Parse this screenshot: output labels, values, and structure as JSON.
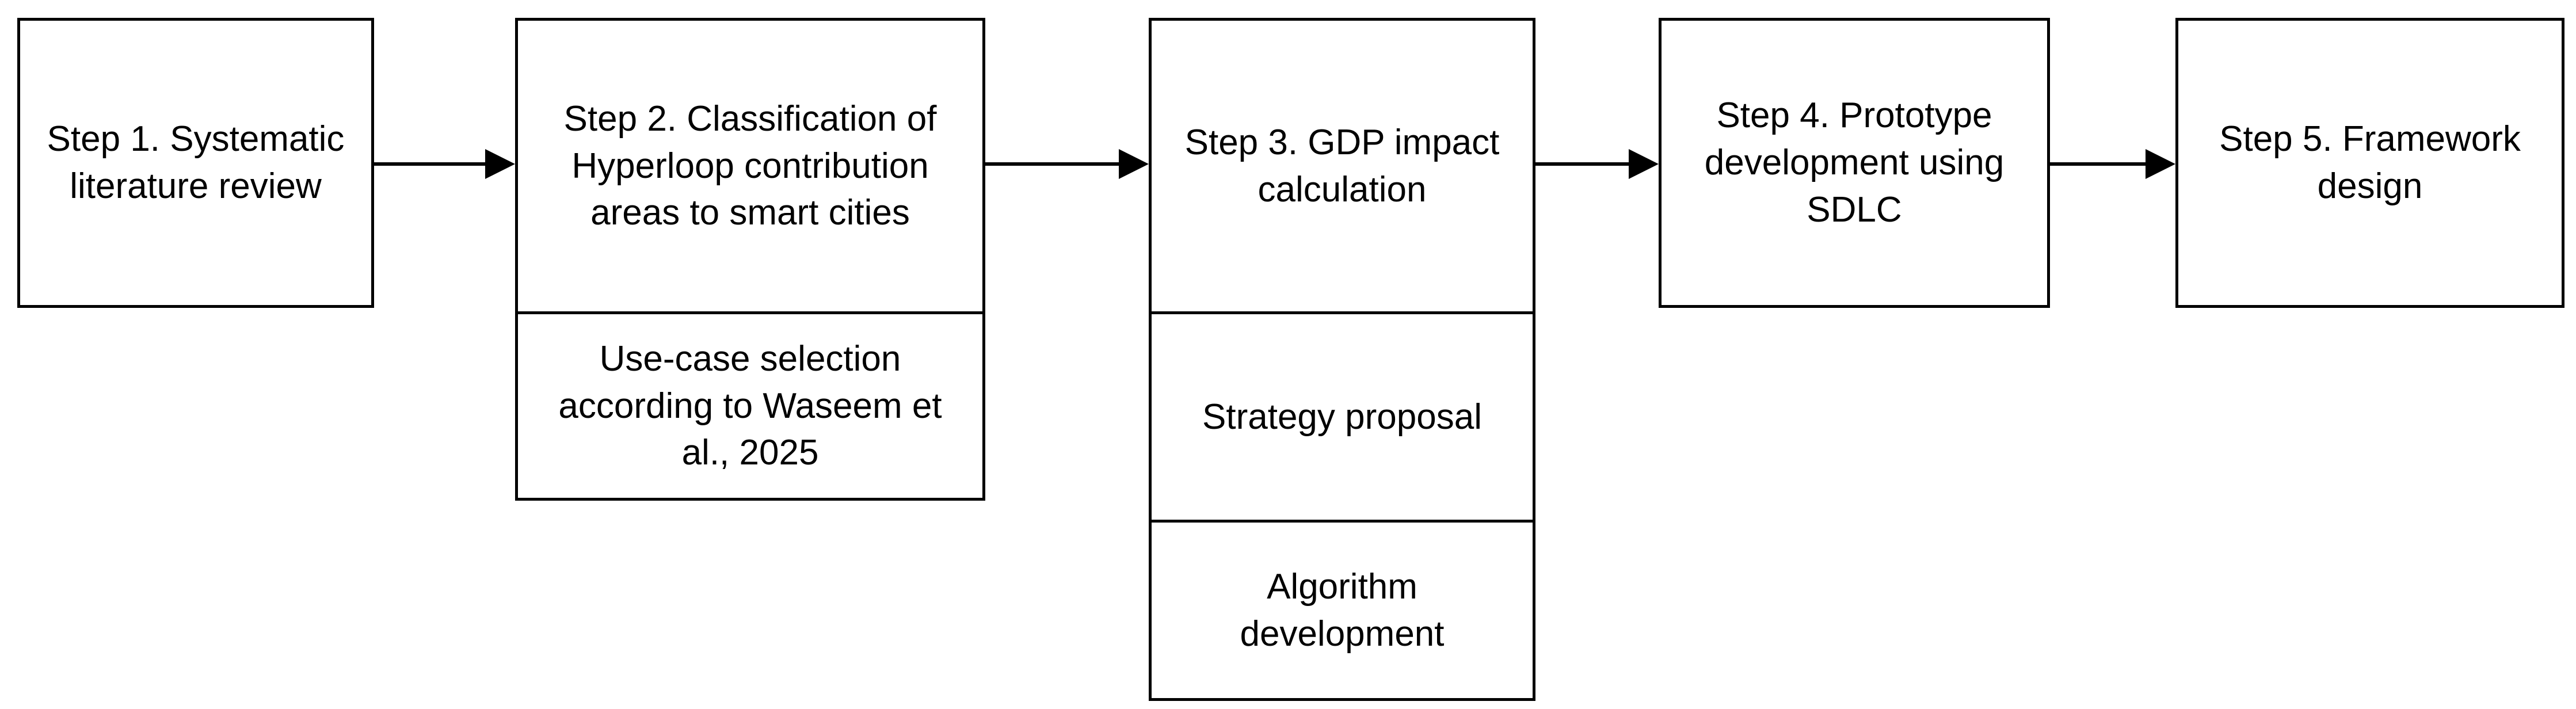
{
  "diagram": {
    "title": "Research methodology step flowchart",
    "background_color": "#ffffff",
    "stroke_color": "#000000",
    "text_color": "#000000",
    "nodes": [
      {
        "id": "step-1",
        "cells": [
          {
            "id": "step-1-main",
            "text": "Step 1. Systematic literature review"
          }
        ]
      },
      {
        "id": "step-2",
        "cells": [
          {
            "id": "step-2-main",
            "text": "Step 2. Classification of Hyperloop contribution areas to smart cities"
          },
          {
            "id": "step-2-sub-1",
            "text": "Use-case selection according to Waseem et al., 2025"
          }
        ]
      },
      {
        "id": "step-3",
        "cells": [
          {
            "id": "step-3-main",
            "text": "Step 3. GDP impact calculation"
          },
          {
            "id": "step-3-sub-1",
            "text": "Strategy proposal"
          },
          {
            "id": "step-3-sub-2",
            "text": "Algorithm development"
          }
        ]
      },
      {
        "id": "step-4",
        "cells": [
          {
            "id": "step-4-main",
            "text": "Step 4. Prototype development using SDLC"
          }
        ]
      },
      {
        "id": "step-5",
        "cells": [
          {
            "id": "step-5-main",
            "text": "Step 5. Framework design"
          }
        ]
      }
    ],
    "connectors": [
      {
        "id": "arrow-1-2",
        "from": "step-1",
        "to": "step-2",
        "style": "solid-arrow"
      },
      {
        "id": "arrow-2-3",
        "from": "step-2",
        "to": "step-3",
        "style": "solid-arrow"
      },
      {
        "id": "arrow-3-4",
        "from": "step-3",
        "to": "step-4",
        "style": "solid-arrow"
      },
      {
        "id": "arrow-4-5",
        "from": "step-4",
        "to": "step-5",
        "style": "solid-arrow"
      }
    ]
  }
}
